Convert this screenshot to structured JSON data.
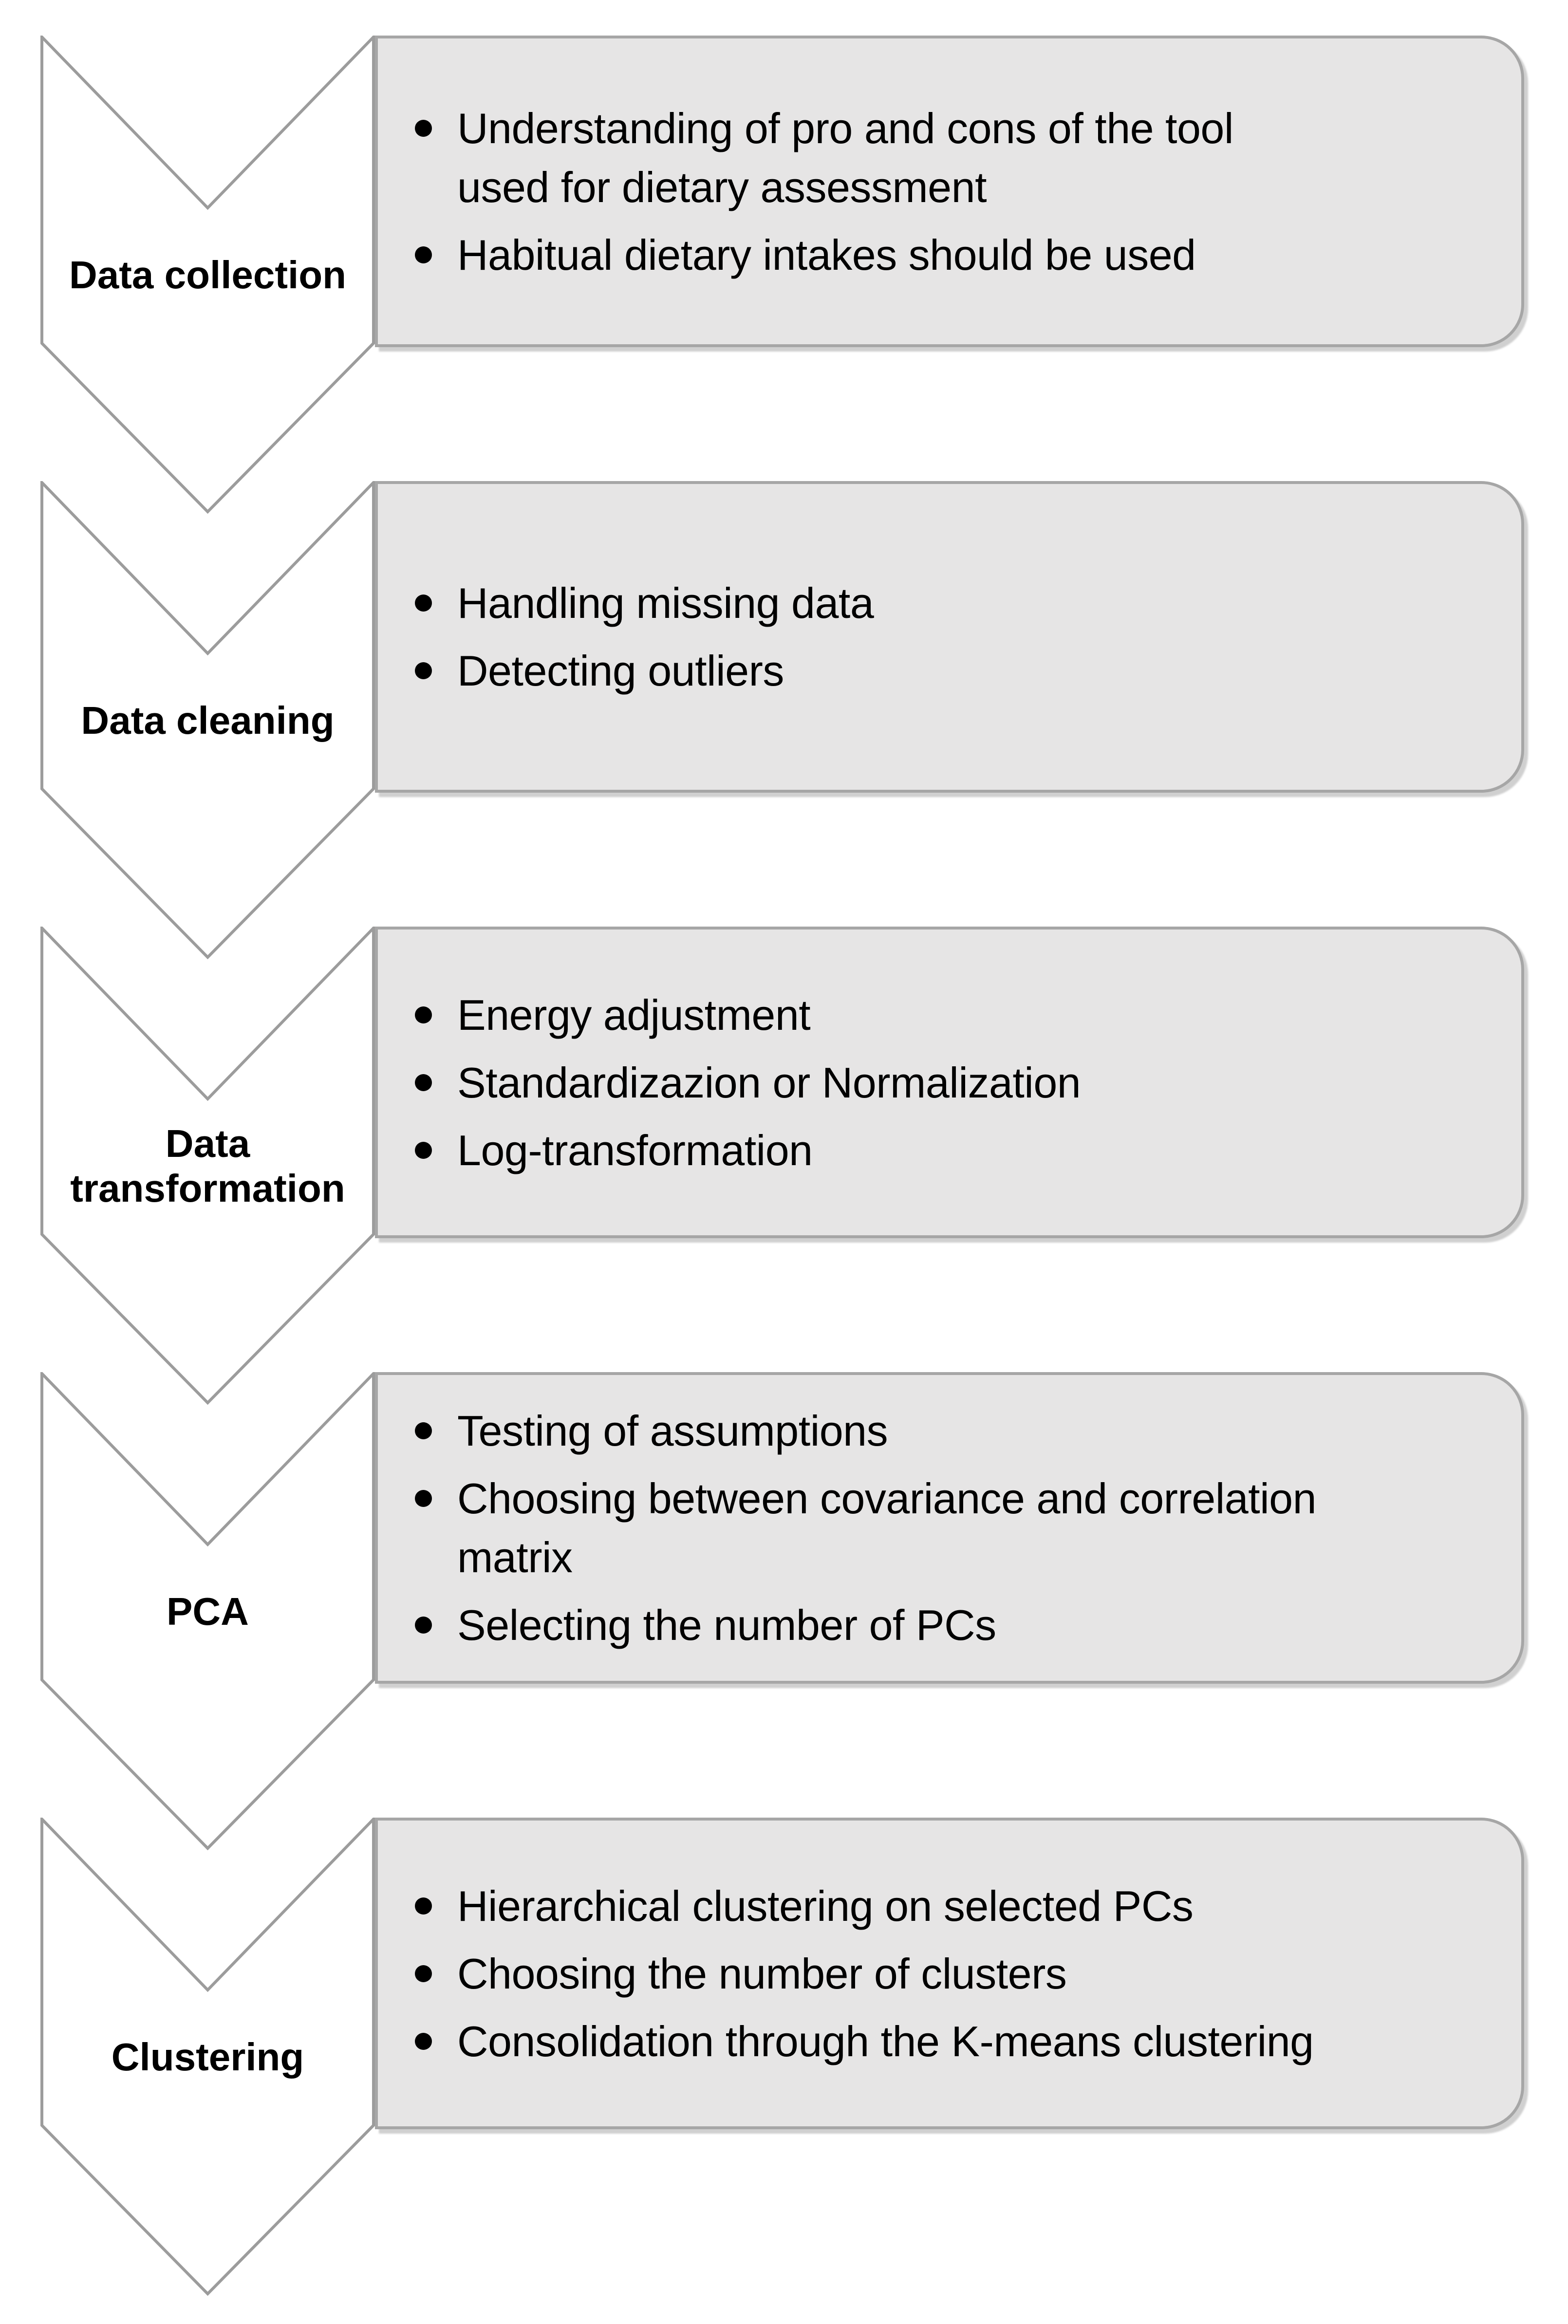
{
  "diagram": {
    "bullet_glyph": "•",
    "colors": {
      "background": "#ffffff",
      "box_fill": "#e6e5e5",
      "box_border": "#a6a6a6",
      "chevron_fill": "#ffffff",
      "chevron_border": "#9c9c9c",
      "text": "#000000"
    },
    "sections": [
      {
        "label": "Data collection",
        "bullets": [
          "Understanding of pro and cons of the tool\nused for dietary assessment",
          "Habitual dietary intakes should be used"
        ]
      },
      {
        "label": "Data cleaning",
        "bullets": [
          "Handling missing data",
          "Detecting outliers"
        ]
      },
      {
        "label": "Data\ntransformation",
        "bullets": [
          "Energy adjustment",
          "Standardizazion or Normalization",
          "Log-transformation"
        ]
      },
      {
        "label": "PCA",
        "bullets": [
          "Testing of assumptions",
          "Choosing between covariance and correlation\nmatrix",
          "Selecting the number of PCs"
        ]
      },
      {
        "label": "Clustering",
        "bullets": [
          "Hierarchical clustering on selected PCs",
          "Choosing the number of clusters",
          "Consolidation through the K-means clustering"
        ]
      }
    ]
  }
}
